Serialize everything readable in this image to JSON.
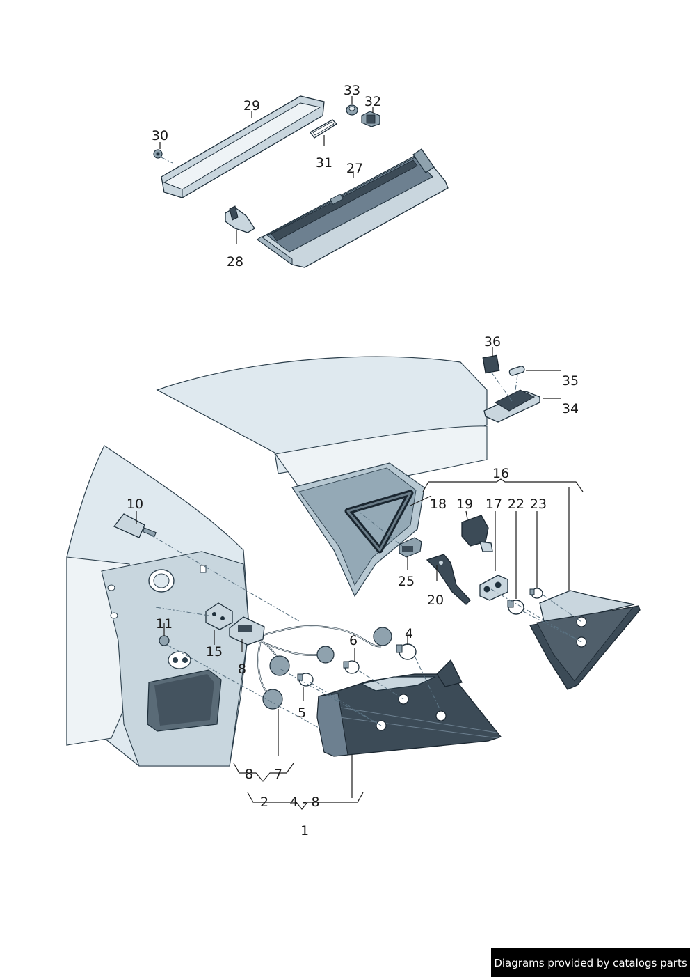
{
  "callouts": [
    {
      "id": "c1",
      "text": "1"
    },
    {
      "id": "c2",
      "text": "2"
    },
    {
      "id": "c4-8",
      "text": "4 - 8"
    },
    {
      "id": "c4",
      "text": "4"
    },
    {
      "id": "c5",
      "text": "5"
    },
    {
      "id": "c6",
      "text": "6"
    },
    {
      "id": "c7",
      "text": "7"
    },
    {
      "id": "c8",
      "text": "8"
    },
    {
      "id": "c8b",
      "text": "8"
    },
    {
      "id": "c10",
      "text": "10"
    },
    {
      "id": "c11",
      "text": "11"
    },
    {
      "id": "c15",
      "text": "15"
    },
    {
      "id": "c16",
      "text": "16"
    },
    {
      "id": "c17",
      "text": "17"
    },
    {
      "id": "c18",
      "text": "18"
    },
    {
      "id": "c19",
      "text": "19"
    },
    {
      "id": "c20",
      "text": "20"
    },
    {
      "id": "c22",
      "text": "22"
    },
    {
      "id": "c23",
      "text": "23"
    },
    {
      "id": "c25",
      "text": "25"
    },
    {
      "id": "c27",
      "text": "27"
    },
    {
      "id": "c28",
      "text": "28"
    },
    {
      "id": "c29",
      "text": "29"
    },
    {
      "id": "c30",
      "text": "30"
    },
    {
      "id": "c31",
      "text": "31"
    },
    {
      "id": "c32",
      "text": "32"
    },
    {
      "id": "c33",
      "text": "33"
    },
    {
      "id": "c34",
      "text": "34"
    },
    {
      "id": "c35",
      "text": "35"
    },
    {
      "id": "c36",
      "text": "36"
    }
  ],
  "credit": "Diagrams provided by catalogs parts"
}
